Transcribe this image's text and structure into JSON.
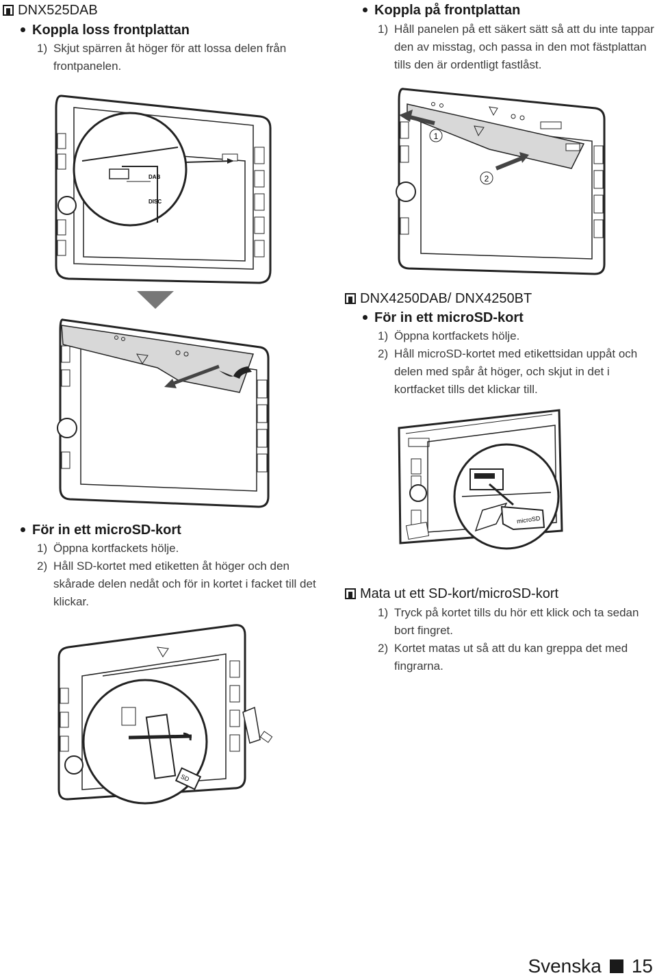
{
  "left_col": {
    "model_header": "DNX525DAB",
    "remove_title": "Koppla loss frontplattan",
    "remove_steps": [
      {
        "num": "1)",
        "text": "Skjut spärren åt höger för att lossa delen från frontpanelen."
      }
    ],
    "sd_title": "För in ett microSD-kort",
    "sd_steps": [
      {
        "num": "1)",
        "text": "Öppna kortfackets hölje."
      },
      {
        "num": "2)",
        "text": "Håll SD-kortet med etiketten åt höger och den skårade delen nedåt och för in kortet i facket till det klickar."
      }
    ]
  },
  "right_col": {
    "attach_title": "Koppla på frontplattan",
    "attach_steps": [
      {
        "num": "1)",
        "text": "Håll panelen på ett säkert sätt så att du inte tappar den av misstag, och passa in den mot fästplattan tills den är ordentligt fastlåst."
      }
    ],
    "model_header2": "DNX4250DAB/ DNX4250BT",
    "micro_title": "För in ett microSD-kort",
    "micro_steps": [
      {
        "num": "1)",
        "text": "Öppna kortfackets hölje."
      },
      {
        "num": "2)",
        "text": "Håll microSD-kortet med etikettsidan uppåt och delen med spår åt höger, och skjut in det i kortfacket tills det klickar till."
      }
    ],
    "eject_header": "Mata ut ett SD-kort/microSD-kort",
    "eject_steps": [
      {
        "num": "1)",
        "text": "Tryck på kortet tills du hör ett klick och ta sedan bort fingret."
      },
      {
        "num": "2)",
        "text": "Kortet matas ut så att du kan greppa det med fingrarna."
      }
    ]
  },
  "figure_labels": {
    "dab": "DAB",
    "disc": "DISC",
    "callout_1": "1",
    "callout_2": "2",
    "sd": "SD",
    "micro_sd": "microSD"
  },
  "footer": {
    "language": "Svenska",
    "page": "15"
  }
}
